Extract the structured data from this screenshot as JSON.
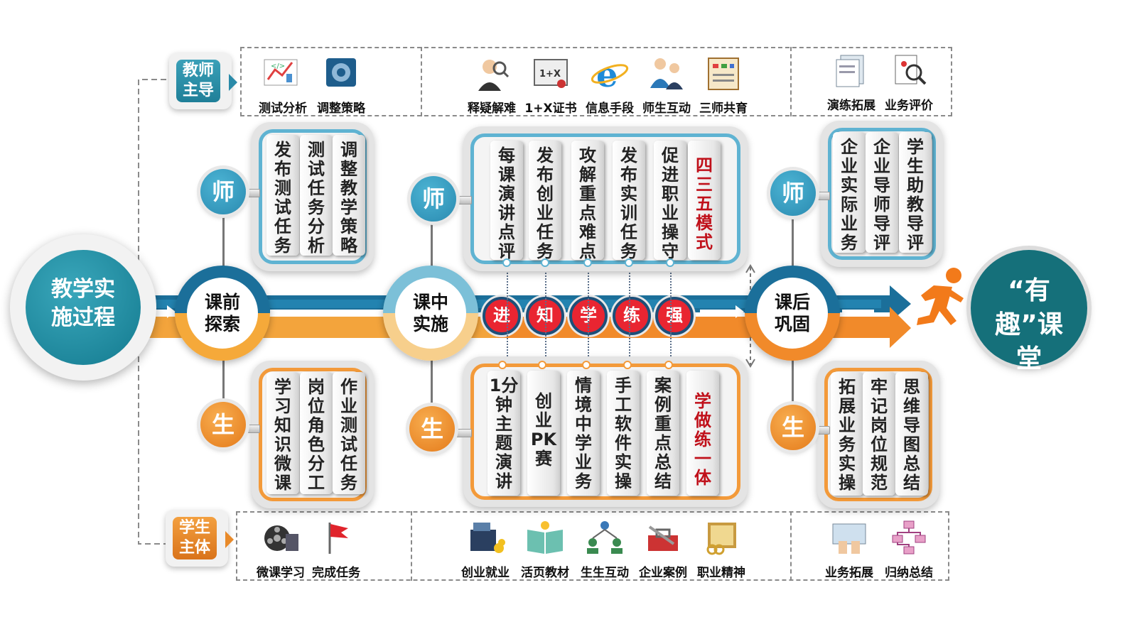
{
  "start_circle": {
    "label": "教学实施过程"
  },
  "end_circle": {
    "label": "“有趣”课堂"
  },
  "roles": {
    "teacher_tag": "教师主导",
    "student_tag": "学生主体",
    "teacher_badge": "师",
    "student_badge": "生"
  },
  "teacher_tools": [
    {
      "label": "测试分析",
      "icon": "chart-analysis-icon"
    },
    {
      "label": "调整策略",
      "icon": "gear-strategy-icon"
    },
    {
      "label": "释疑解难",
      "icon": "magnifier-person-icon"
    },
    {
      "label": "1+X证书",
      "icon": "certificate-icon"
    },
    {
      "label": "信息手段",
      "icon": "internet-explorer-icon"
    },
    {
      "label": "师生互动",
      "icon": "teacher-student-icon"
    },
    {
      "label": "三师共育",
      "icon": "clipboard-chart-icon"
    },
    {
      "label": "演练拓展",
      "icon": "documents-icon"
    },
    {
      "label": "业务评价",
      "icon": "evaluation-icon"
    }
  ],
  "student_tools": [
    {
      "label": "微课学习",
      "icon": "film-reel-icon"
    },
    {
      "label": "完成任务",
      "icon": "red-flag-icon"
    },
    {
      "label": "创业就业",
      "icon": "cash-register-icon"
    },
    {
      "label": "活页教材",
      "icon": "open-book-icon"
    },
    {
      "label": "生生互动",
      "icon": "team-network-icon"
    },
    {
      "label": "企业案例",
      "icon": "toolbox-icon"
    },
    {
      "label": "职业精神",
      "icon": "ethics-book-icon"
    },
    {
      "label": "业务拓展",
      "icon": "keyboard-hands-icon"
    },
    {
      "label": "归纳总结",
      "icon": "flowchart-icon"
    }
  ],
  "stages": [
    {
      "label": "课前探索"
    },
    {
      "label": "课中实施"
    },
    {
      "label": "课后巩固"
    }
  ],
  "steps": [
    "进",
    "知",
    "学",
    "练",
    "强"
  ],
  "pre_class": {
    "teacher": [
      "发布测试任务",
      "测试任务分析",
      "调整教学策略"
    ],
    "student": [
      "学习知识微课",
      "岗位角色分工",
      "作业测试任务"
    ]
  },
  "in_class": {
    "teacher": [
      "每课演讲点评",
      "发布创业任务",
      "攻解重点难点",
      "发布实训任务",
      "促进职业操守"
    ],
    "teacher_model": "四三五模式",
    "student": [
      "1分钟主题演讲",
      "创业PK赛",
      "情境中学业务",
      "手工软件实操",
      "案例重点总结"
    ],
    "student_model": "学做练一体"
  },
  "post_class": {
    "teacher": [
      "企业实际业务",
      "企业导师导评",
      "学生助教导评"
    ],
    "student": [
      "拓展业务实操",
      "牢记岗位规范",
      "思维导图总结"
    ]
  },
  "colors": {
    "teal": "#2a8aa8",
    "blue": "#1b6f9a",
    "orange": "#f18a2a",
    "dark_teal": "#15707a",
    "red_text": "#c0101a"
  }
}
